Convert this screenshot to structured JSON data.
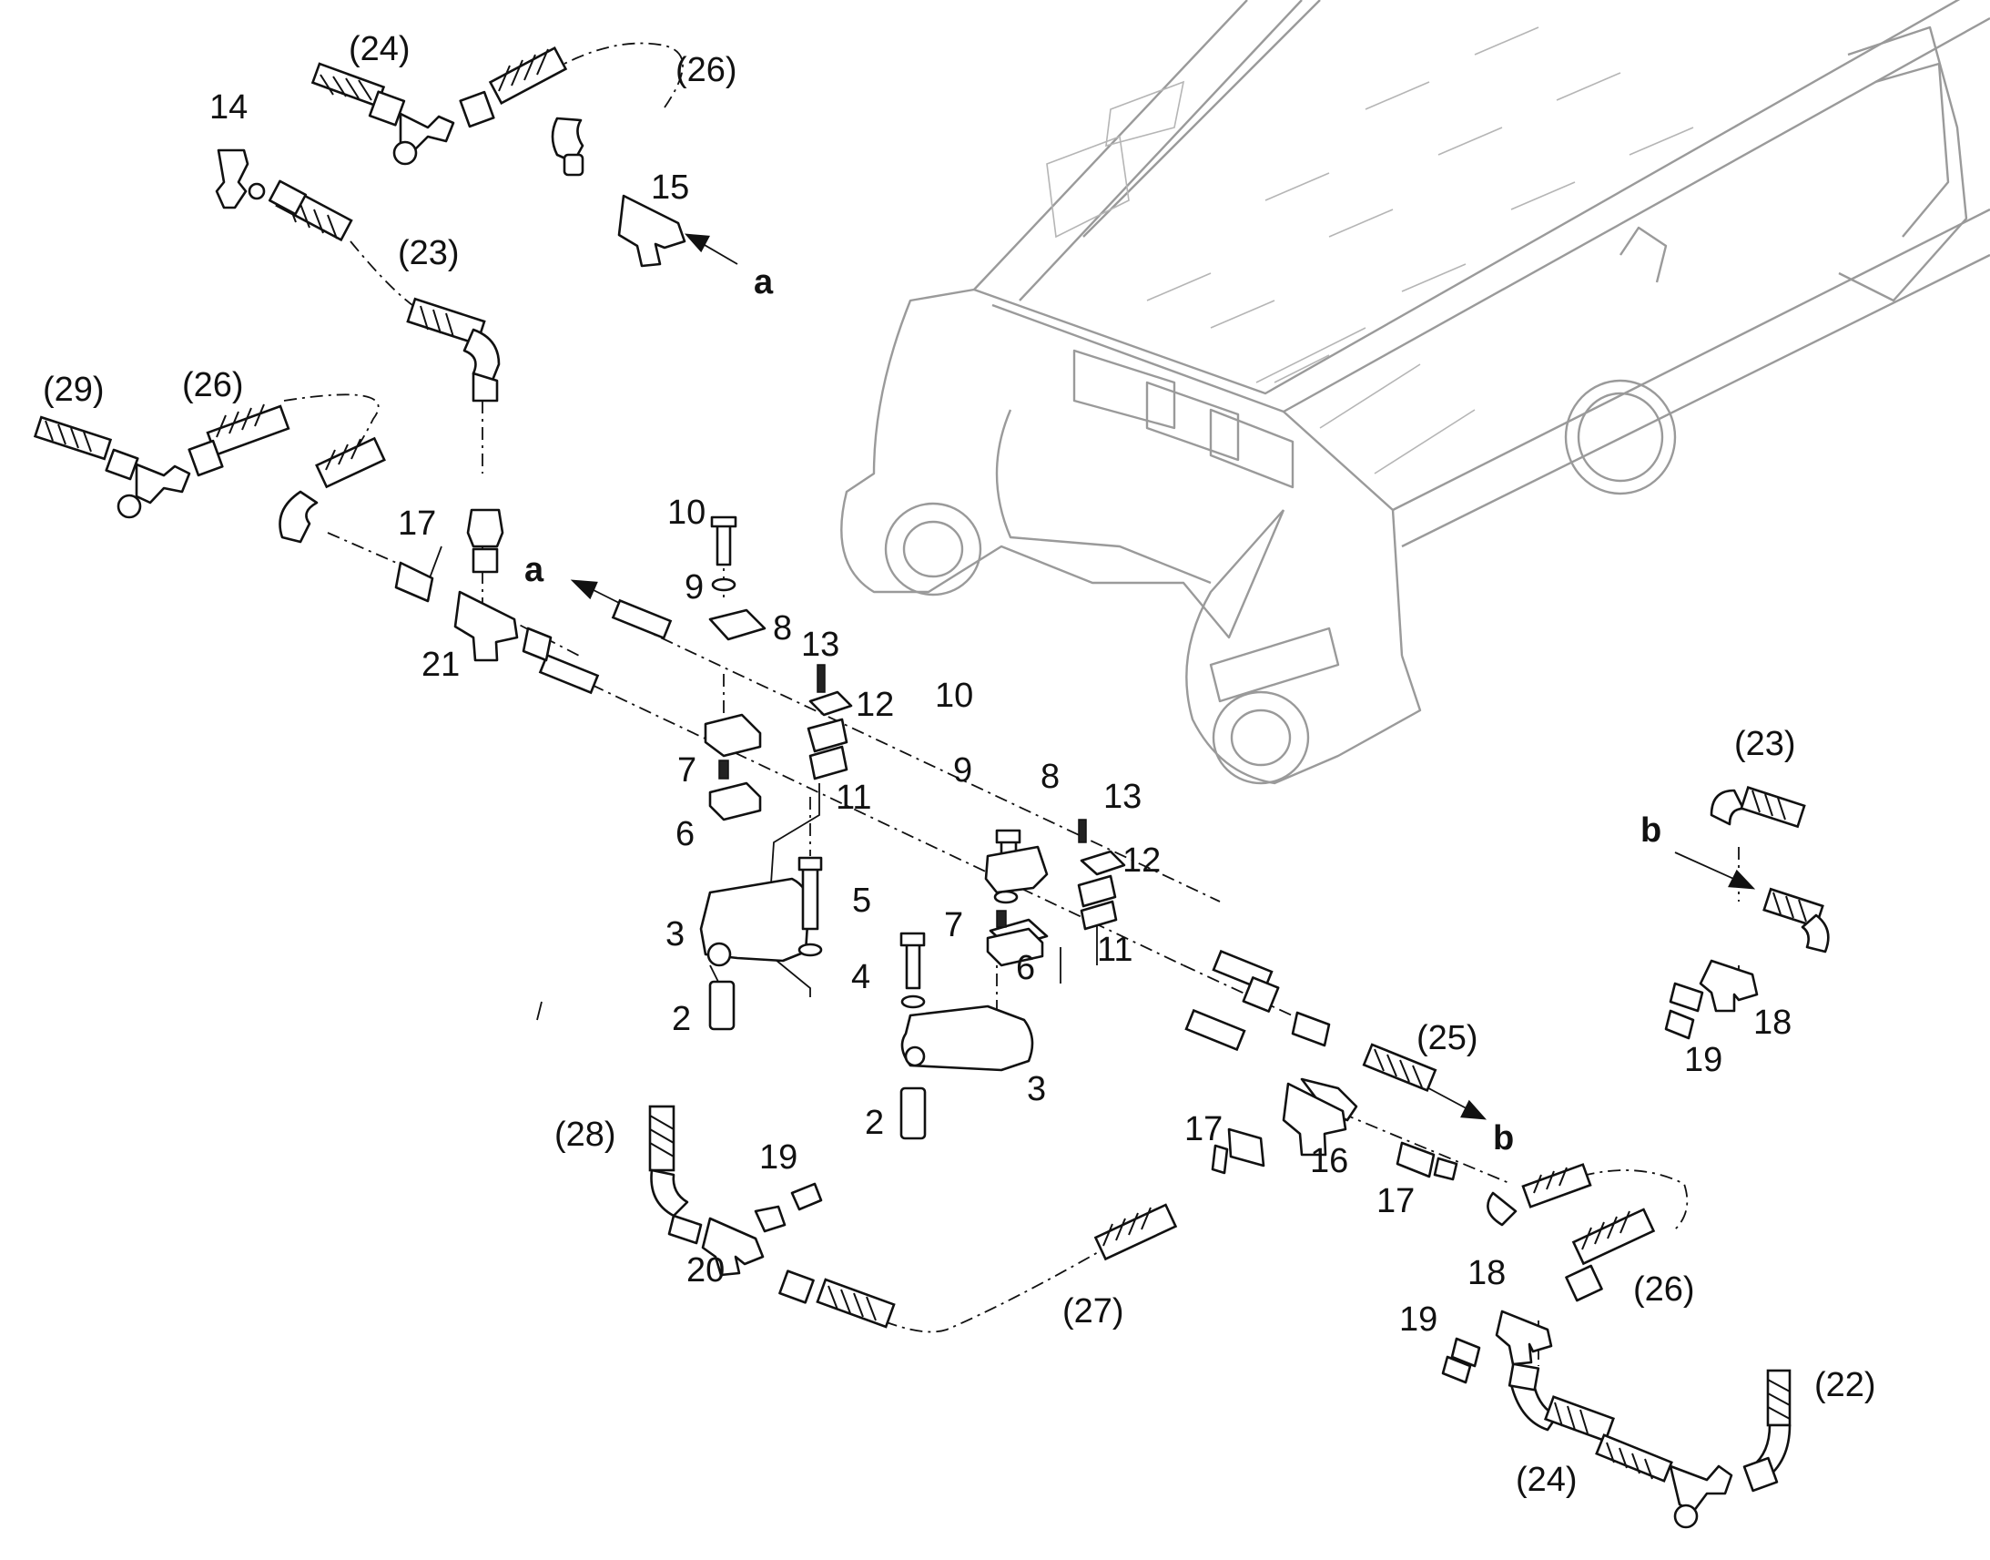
{
  "labels": {
    "n2a": "2",
    "n2b": "2",
    "n3a": "3",
    "n3b": "3",
    "n4": "4",
    "n5": "5",
    "n6a": "6",
    "n6b": "6",
    "n7a": "7",
    "n7b": "7",
    "n8a": "8",
    "n8b": "8",
    "n9a": "9",
    "n9b": "9",
    "n10a": "10",
    "n10b": "10",
    "n11a": "11",
    "n11b": "11",
    "n12a": "12",
    "n12b": "12",
    "n13a": "13",
    "n13b": "13",
    "n14": "14",
    "n15": "15",
    "n16": "16",
    "n17a": "17",
    "n17b": "17",
    "n17c": "17",
    "n18a": "18",
    "n18b": "18",
    "n19a": "19",
    "n19b": "19",
    "n19c": "19",
    "n20": "20",
    "n21": "21",
    "p22": "(22)",
    "p23a": "(23)",
    "p23b": "(23)",
    "p24a": "(24)",
    "p24b": "(24)",
    "p25": "(25)",
    "p26a": "(26)",
    "p26b": "(26)",
    "p26c": "(26)",
    "p27": "(27)",
    "p28": "(28)",
    "p29": "(29)"
  },
  "connectors": {
    "a1": "a",
    "a2": "a",
    "b1": "b",
    "b2": "b"
  },
  "colors": {
    "line": "#111111",
    "frame": "#9a9a9a",
    "background": "#ffffff"
  }
}
